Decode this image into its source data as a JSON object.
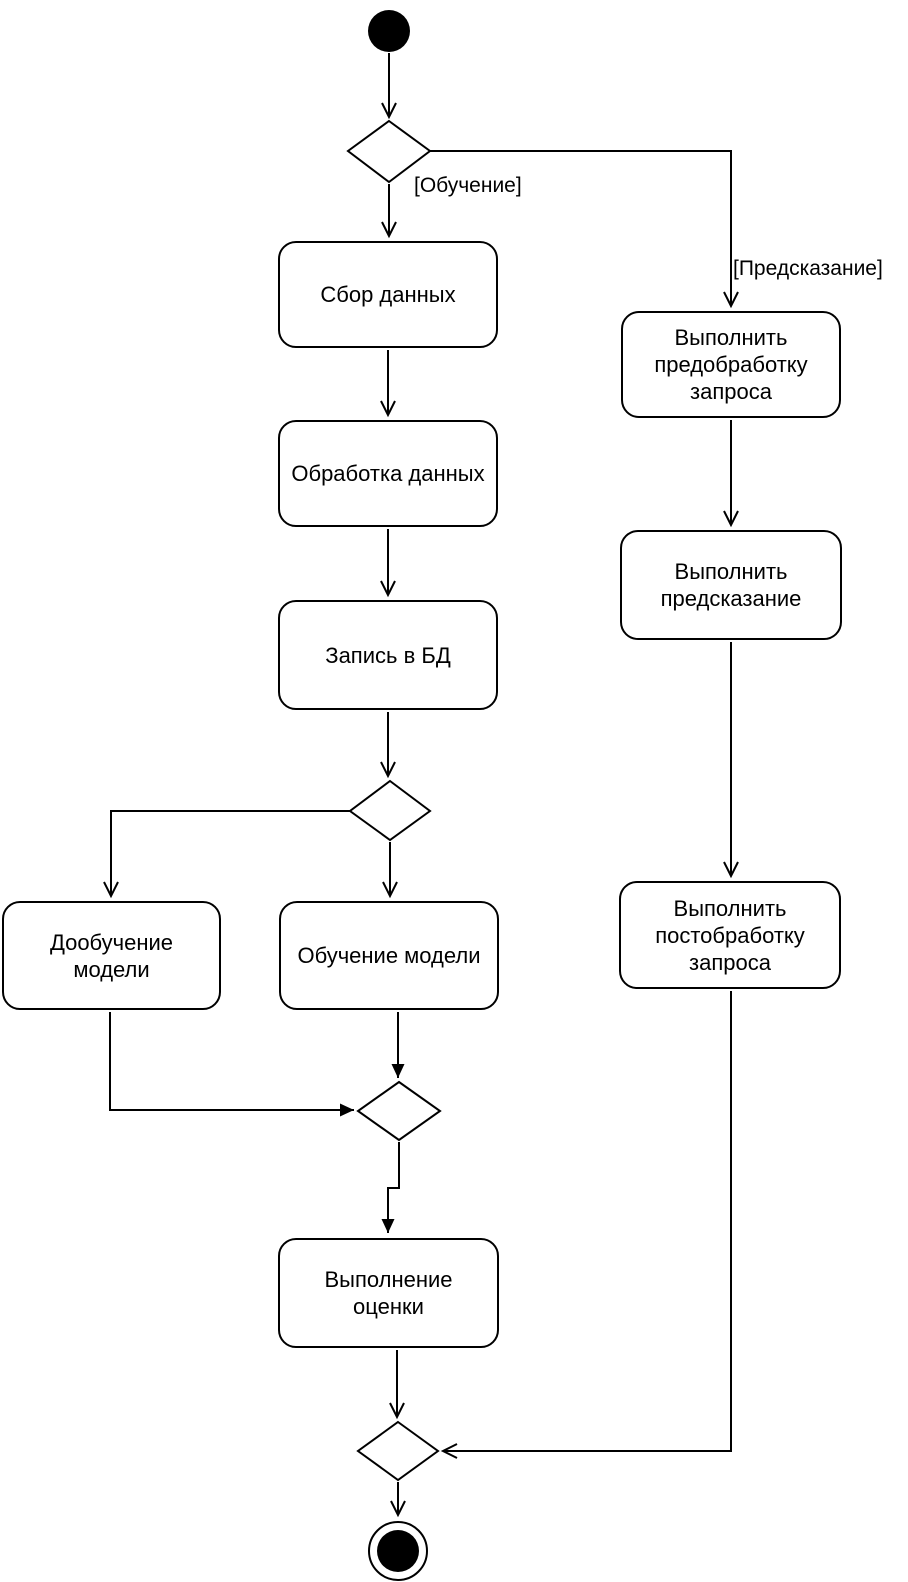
{
  "diagram": {
    "kind": "uml-activity-diagram",
    "colors": {
      "stroke": "#000000",
      "background": "#ffffff"
    },
    "guards": {
      "training": "[Обучение]",
      "prediction": "[Предсказание]"
    },
    "actions": {
      "data_collection": {
        "label": "Сбор данных"
      },
      "data_processing": {
        "label": "Обработка данных"
      },
      "db_write": {
        "label": "Запись в БД"
      },
      "fine_tuning": {
        "label": "Дообучение\nмодели"
      },
      "model_training": {
        "label": "Обучение модели"
      },
      "evaluation": {
        "label": "Выполнение\nоценки"
      },
      "request_preprocessing": {
        "label": "Выполнить\nпредобработку\nзапроса"
      },
      "prediction": {
        "label": "Выполнить\nпредсказание"
      },
      "request_postprocessing": {
        "label": "Выполнить\nпостобработку\nзапроса"
      }
    },
    "control_nodes": {
      "start": "initial-node",
      "end": "activity-final-node",
      "decision_mode": "decision",
      "decision_training_type": "decision",
      "merge_training": "merge",
      "merge_final": "merge"
    }
  }
}
